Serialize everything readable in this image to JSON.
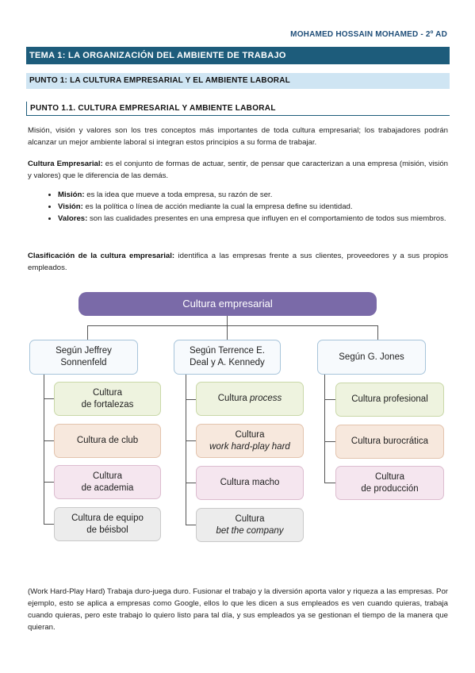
{
  "header": {
    "author": "MOHAMED HOSSAIN MOHAMED - 2º AD"
  },
  "sections": {
    "tema": "TEMA 1: LA ORGANIZACIÓN DEL AMBIENTE DE TRABAJO",
    "punto": "PUNTO 1: LA CULTURA EMPRESARIAL Y EL AMBIENTE LABORAL",
    "subpunto": "PUNTO 1.1. CULTURA EMPRESARIAL Y AMBIENTE LABORAL"
  },
  "body": {
    "intro": "Misión, visión y valores son los tres conceptos más importantes de toda cultura empresarial; los trabajadores podrán alcanzar un mejor ambiente laboral si integran estos principios a su forma de trabajar.",
    "cultura_term": "Cultura Empresarial:",
    "cultura_def": " es el conjunto de formas de actuar, sentir, de pensar que caracterizan a una empresa (misión, visión y valores) que le diferencia de las demás.",
    "bullets": [
      {
        "term": "Misión:",
        "text": " es la idea que mueve a toda empresa, su razón de ser."
      },
      {
        "term": "Visión:",
        "text": " es la política o línea de acción mediante la cual la empresa define su identidad."
      },
      {
        "term": "Valores:",
        "text": " son las cualidades presentes en una empresa que influyen en el comportamiento de todos sus miembros."
      }
    ],
    "clasif_term": "Clasificación de la cultura empresarial:",
    "clasif_def": " identifica a las empresas frente a sus clientes, proveedores y a sus propios empleados.",
    "closing": "(Work Hard-Play Hard) Trabaja duro-juega duro. Fusionar el trabajo y la diversión aporta valor y riqueza a las empresas. Por ejemplo, esto se aplica a empresas como Google, ellos lo que les dicen a sus empleados es ven cuando quieras, trabaja cuando quieras, pero este trabajo lo quiero listo para tal día, y sus empleados ya se gestionan el tiempo de la manera que quieran."
  },
  "diagram": {
    "root": "Cultura empresarial",
    "branches": [
      {
        "label": "Según Jeffrey\nSonnenfeld",
        "leaves": [
          "Cultura\nde fortalezas",
          "Cultura de club",
          "Cultura\nde academia",
          "Cultura de equipo\nde béisbol"
        ]
      },
      {
        "label": "Según Terrence E.\nDeal y A. Kennedy",
        "leaves": [
          "Cultura process",
          "Cultura\nwork hard-play hard",
          "Cultura macho",
          "Cultura\nbet the company"
        ]
      },
      {
        "label": "Según G. Jones",
        "leaves": [
          "Cultura profesional",
          "Cultura burocrática",
          "Cultura\nde producción"
        ]
      }
    ],
    "colors": {
      "root": "#7a6aa8",
      "green": "#eef3df",
      "orange": "#f7e8dd",
      "pink": "#f5e6ef",
      "grey": "#ececec"
    }
  }
}
